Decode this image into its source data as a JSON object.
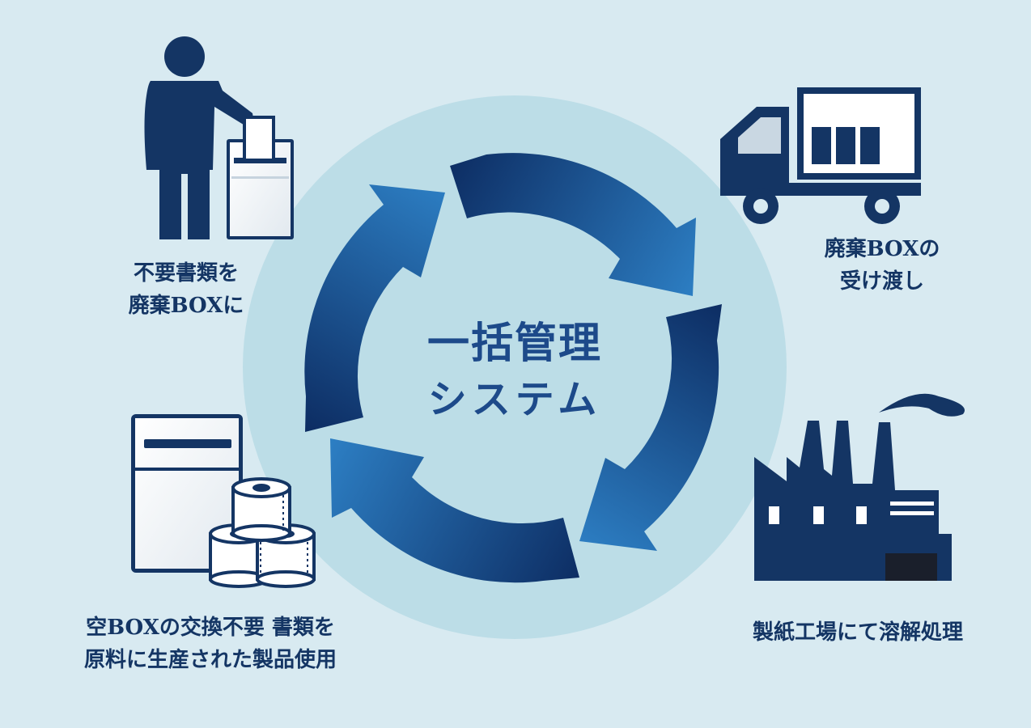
{
  "center": {
    "title_line1": "一括管理",
    "title_line2": "システム"
  },
  "steps": [
    {
      "line1": "不要書類を",
      "line2": "廃棄BOXに",
      "icon": "person-disposing-document-icon"
    },
    {
      "line1": "廃棄BOXの",
      "line2": "受け渡し",
      "icon": "delivery-truck-icon"
    },
    {
      "line1": "製紙工場にて溶解処理",
      "icon": "factory-icon"
    },
    {
      "line1": "空BOXの交換不要 書類を",
      "line2": "原料に生産された製品使用",
      "icon": "box-and-toilet-paper-icon"
    }
  ],
  "colors": {
    "background": "#d8eaf1",
    "circle": "#bcdde7",
    "navy": "#143564",
    "arrow_dark": "#0d2d63",
    "arrow_light": "#2d7fc4"
  }
}
